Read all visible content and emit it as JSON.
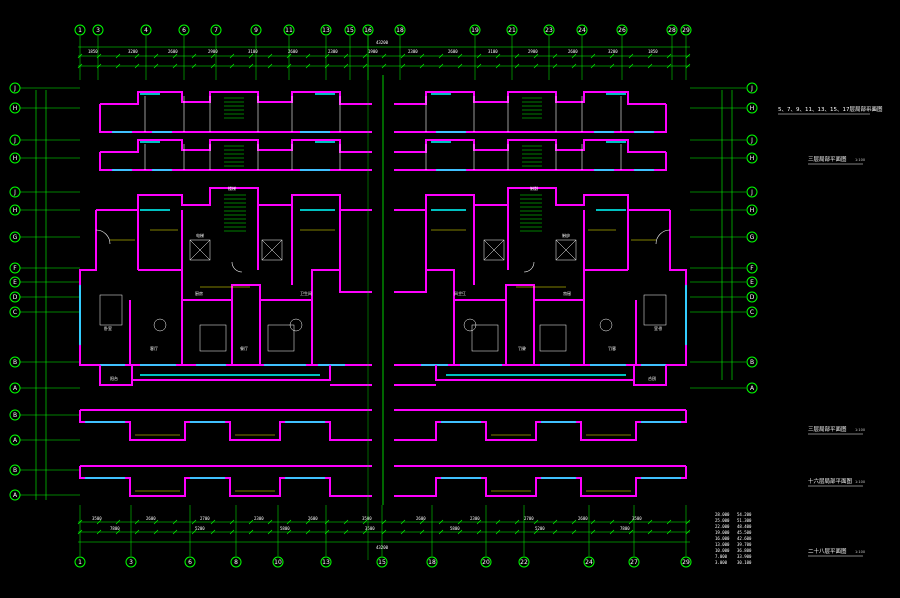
{
  "grid_columns_top": [
    "1",
    "3",
    "4",
    "6",
    "7",
    "9",
    "11",
    "13",
    "15",
    "16",
    "18",
    "19",
    "21",
    "23",
    "24",
    "26",
    "28",
    "29"
  ],
  "grid_columns_bottom": [
    "1",
    "3",
    "6",
    "8",
    "10",
    "13",
    "15",
    "18",
    "20",
    "22",
    "24",
    "27",
    "29"
  ],
  "grid_rows_left": [
    "J",
    "H",
    "J",
    "H",
    "J",
    "H",
    "G",
    "F",
    "E",
    "D",
    "C",
    "B",
    "A",
    "B",
    "A",
    "B",
    "A"
  ],
  "grid_rows_right": [
    "J",
    "H",
    "J",
    "H",
    "J",
    "H",
    "G",
    "F",
    "E",
    "D",
    "C",
    "B",
    "A"
  ],
  "dims_top_total": "43200",
  "dims_top_segments": [
    "1850",
    "3200",
    "2600",
    "2900",
    "3100",
    "2600",
    "2300",
    "1900",
    "2300",
    "2600",
    "3100",
    "2900",
    "2600",
    "3200",
    "1850"
  ],
  "dims_bottom_segments": [
    "3500",
    "2600",
    "2700",
    "2300",
    "2600",
    "3500",
    "2600",
    "2300",
    "2700",
    "2600",
    "3500"
  ],
  "dims_bottom_mid": [
    "7800",
    "5200",
    "5800",
    "3500",
    "5800",
    "5200",
    "7800"
  ],
  "dims_bottom_total": "43200",
  "plan_titles": [
    {
      "title": "5、7、9、11、13、15、17层局部平面图",
      "scale": "1:100"
    },
    {
      "title": "三层局部平面图",
      "scale": "1:100"
    },
    {
      "title": "三层局部平面图",
      "scale": "1:100"
    },
    {
      "title": "十六层局部平面图",
      "scale": "1:100"
    },
    {
      "title": "二十八层平面图",
      "scale": "1:100"
    }
  ],
  "legend_rows": [
    [
      "28.000",
      "54.200"
    ],
    [
      "25.000",
      "51.300"
    ],
    [
      "22.000",
      "48.400"
    ],
    [
      "19.000",
      "45.500"
    ],
    [
      "16.000",
      "42.600"
    ],
    [
      "13.000",
      "39.700"
    ],
    [
      "10.000",
      "36.800"
    ],
    [
      "7.000",
      "33.900"
    ],
    [
      "3.000",
      "30.100"
    ]
  ],
  "room_labels": [
    "卧室",
    "客厅",
    "厨房",
    "卫生间",
    "餐厅",
    "阳台",
    "电梯",
    "楼梯"
  ],
  "colors": {
    "grid": "#00ff00",
    "wall": "#ff00ff",
    "window": "#00ffff",
    "dim_text": "#ffffff",
    "annotation": "#ffff00",
    "background": "#000000"
  }
}
